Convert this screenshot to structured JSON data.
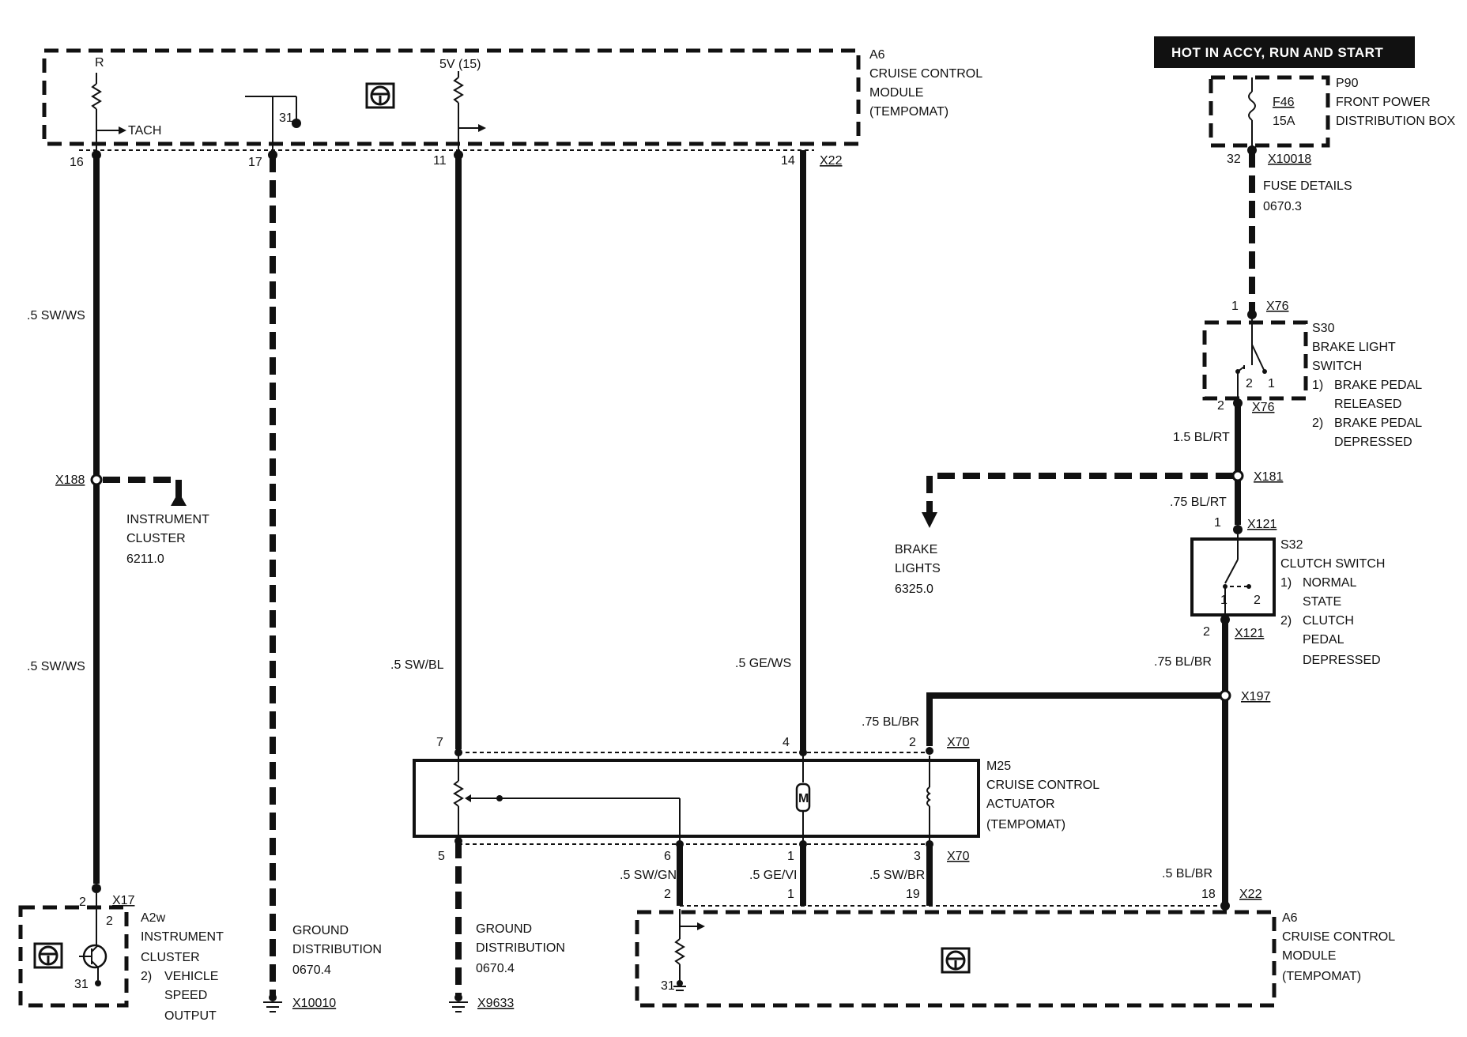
{
  "banner": {
    "text": "HOT IN ACCY, RUN AND  START"
  },
  "modules": {
    "a6_top": {
      "id": "A6",
      "line1": "CRUISE CONTROL",
      "line2": "MODULE",
      "line3": "(TEMPOMAT)"
    },
    "p90": {
      "id": "P90",
      "line1": "FRONT POWER",
      "line2": "DISTRIBUTION BOX",
      "fuse": "F46",
      "amps": "15A"
    },
    "s30": {
      "id": "S30",
      "line1": "BRAKE LIGHT",
      "line2": "SWITCH",
      "n1": "1)",
      "s1a": "BRAKE PEDAL",
      "s1b": "RELEASED",
      "n2": "2)",
      "s2a": "BRAKE PEDAL",
      "s2b": "DEPRESSED"
    },
    "s32": {
      "id": "S32",
      "line1": "CLUTCH SWITCH",
      "n1": "1)",
      "s1a": "NORMAL",
      "s1b": "STATE",
      "n2": "2)",
      "s2a": "CLUTCH",
      "s2b": "PEDAL",
      "s2c": "DEPRESSED"
    },
    "m25": {
      "id": "M25",
      "line1": "CRUISE CONTROL",
      "line2": "ACTUATOR",
      "line3": "(TEMPOMAT)"
    },
    "a6_bottom": {
      "id": "A6",
      "line1": "CRUISE CONTROL",
      "line2": "MODULE",
      "line3": "(TEMPOMAT)"
    },
    "a2w": {
      "id": "A2w",
      "line1": "INSTRUMENT",
      "line2": "CLUSTER",
      "n2": "2)",
      "s2a": "VEHICLE",
      "s2b": "SPEED",
      "s2c": "OUTPUT"
    }
  },
  "internal": {
    "r": "R",
    "tach": "TACH",
    "gnd31": "31",
    "v5": "5V (15)",
    "motor": "M"
  },
  "pins": {
    "p16": "16",
    "p17": "17",
    "p11": "11",
    "p14": "14",
    "p32": "32",
    "p1_x76": "1",
    "p2_x76": "2",
    "s30_2": "2",
    "s30_1": "1",
    "p1_x121": "1",
    "p2_x121": "2",
    "s32_1": "1",
    "s32_2": "2",
    "m7": "7",
    "m4": "4",
    "m2": "2",
    "m5": "5",
    "m6": "6",
    "m1": "1",
    "m3": "3",
    "b2": "2",
    "b1": "1",
    "b19": "19",
    "b18": "18",
    "b31": "31",
    "a2w_2": "2",
    "a2w_2b": "2",
    "a2w_31": "31"
  },
  "connectors": {
    "x22_top": "X22",
    "x10018": "X10018",
    "x76a": "X76",
    "x76b": "X76",
    "x181": "X181",
    "x121a": "X121",
    "x121b": "X121",
    "x197": "X197",
    "x70a": "X70",
    "x70b": "X70",
    "x22_bottom": "X22",
    "x188": "X188",
    "x17": "X17",
    "x10010": "X10010",
    "x9633": "X9633"
  },
  "wires": {
    "w_swws_1": ".5 SW/WS",
    "w_swws_2": ".5 SW/WS",
    "w_swbl": ".5 SW/BL",
    "w_gews": ".5 GE/WS",
    "w_blrt15": "1.5 BL/RT",
    "w_blrt75": ".75 BL/RT",
    "w_blbr75a": ".75 BL/BR",
    "w_blbr75b": ".75 BL/BR",
    "w_swgn": ".5 SW/GN",
    "w_gevi": ".5 GE/VI",
    "w_swbr": ".5 SW/BR",
    "w_blbr5": ".5 BL/BR"
  },
  "refs": {
    "fuse_details": {
      "l1": "FUSE DETAILS",
      "l2": "0670.3"
    },
    "instrument_cluster": {
      "l1": "INSTRUMENT",
      "l2": "CLUSTER",
      "l3": "6211.0"
    },
    "brake_lights": {
      "l1": "BRAKE",
      "l2": "LIGHTS",
      "l3": "6325.0"
    },
    "ground_a": {
      "l1": "GROUND",
      "l2": "DISTRIBUTION",
      "l3": "0670.4"
    },
    "ground_b": {
      "l1": "GROUND",
      "l2": "DISTRIBUTION",
      "l3": "0670.4"
    }
  }
}
